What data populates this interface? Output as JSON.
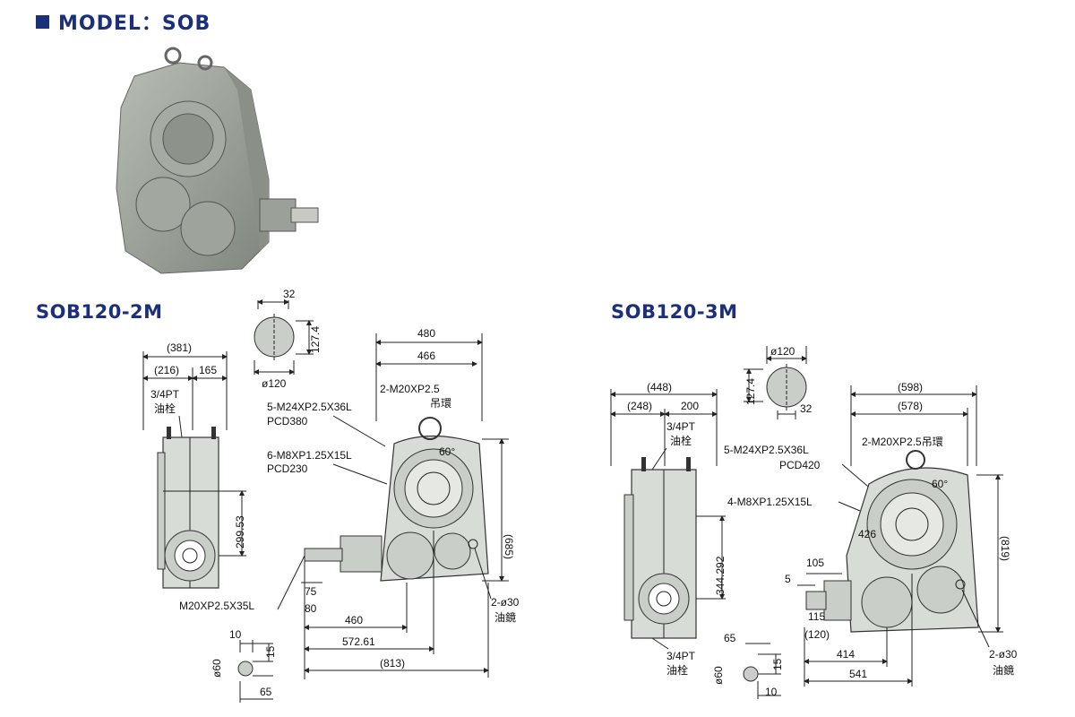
{
  "header": {
    "title": "MODEL：SOB"
  },
  "left_model": {
    "name": "SOB120-2M",
    "shaft": {
      "width": "32",
      "keyway": "127.4",
      "dia": "ø120"
    },
    "side": {
      "overall": "(381)",
      "part": "(216)",
      "part2": "165",
      "plug": "3/4PT",
      "plug_cn": "油栓",
      "height": "299.53"
    },
    "front": {
      "w1": "480",
      "w2": "466",
      "lift": "2-M20XP2.5",
      "lift_cn": "吊環",
      "bolt1": "5-M24XP2.5X36L",
      "bolt1_pcd": "PCD380",
      "bolt2": "6-M8XP1.25X15L",
      "bolt2_pcd": "PCD230",
      "angle": "60°",
      "height": "(685)",
      "gauge": "2-ø30",
      "gauge_cn": "油鏡",
      "shaft_thread": "M20XP2.5X35L",
      "d75": "75",
      "d80": "80",
      "d460": "460",
      "d572": "572.61",
      "d813": "(813)"
    },
    "small_shaft": {
      "a": "10",
      "b": "15",
      "dia": "ø60",
      "c": "65"
    }
  },
  "right_model": {
    "name": "SOB120-3M",
    "shaft": {
      "dia": "ø120",
      "keyway": "127.4",
      "width": "32"
    },
    "side": {
      "overall": "(448)",
      "part": "(248)",
      "part2": "200",
      "plug": "3/4PT",
      "plug_cn": "油栓",
      "height": "344.292",
      "plug_bottom": "3/4PT",
      "plug_bottom_cn": "油栓"
    },
    "front": {
      "w1": "(598)",
      "w2": "(578)",
      "lift": "2-M20XP2.5吊環",
      "bolt1": "5-M24XP2.5X36L",
      "bolt1_pcd": "PCD420",
      "bolt2": "4-M8XP1.25X15L",
      "angle": "60°",
      "center": "426",
      "height": "(819)",
      "d105": "105",
      "d5": "5",
      "d115": "115",
      "d120": "(120)",
      "d414": "414",
      "d541": "541",
      "gauge": "2-ø30",
      "gauge_cn": "油鏡"
    },
    "small_shaft": {
      "a": "65",
      "dia": "ø60",
      "b": "15",
      "c": "10"
    }
  }
}
